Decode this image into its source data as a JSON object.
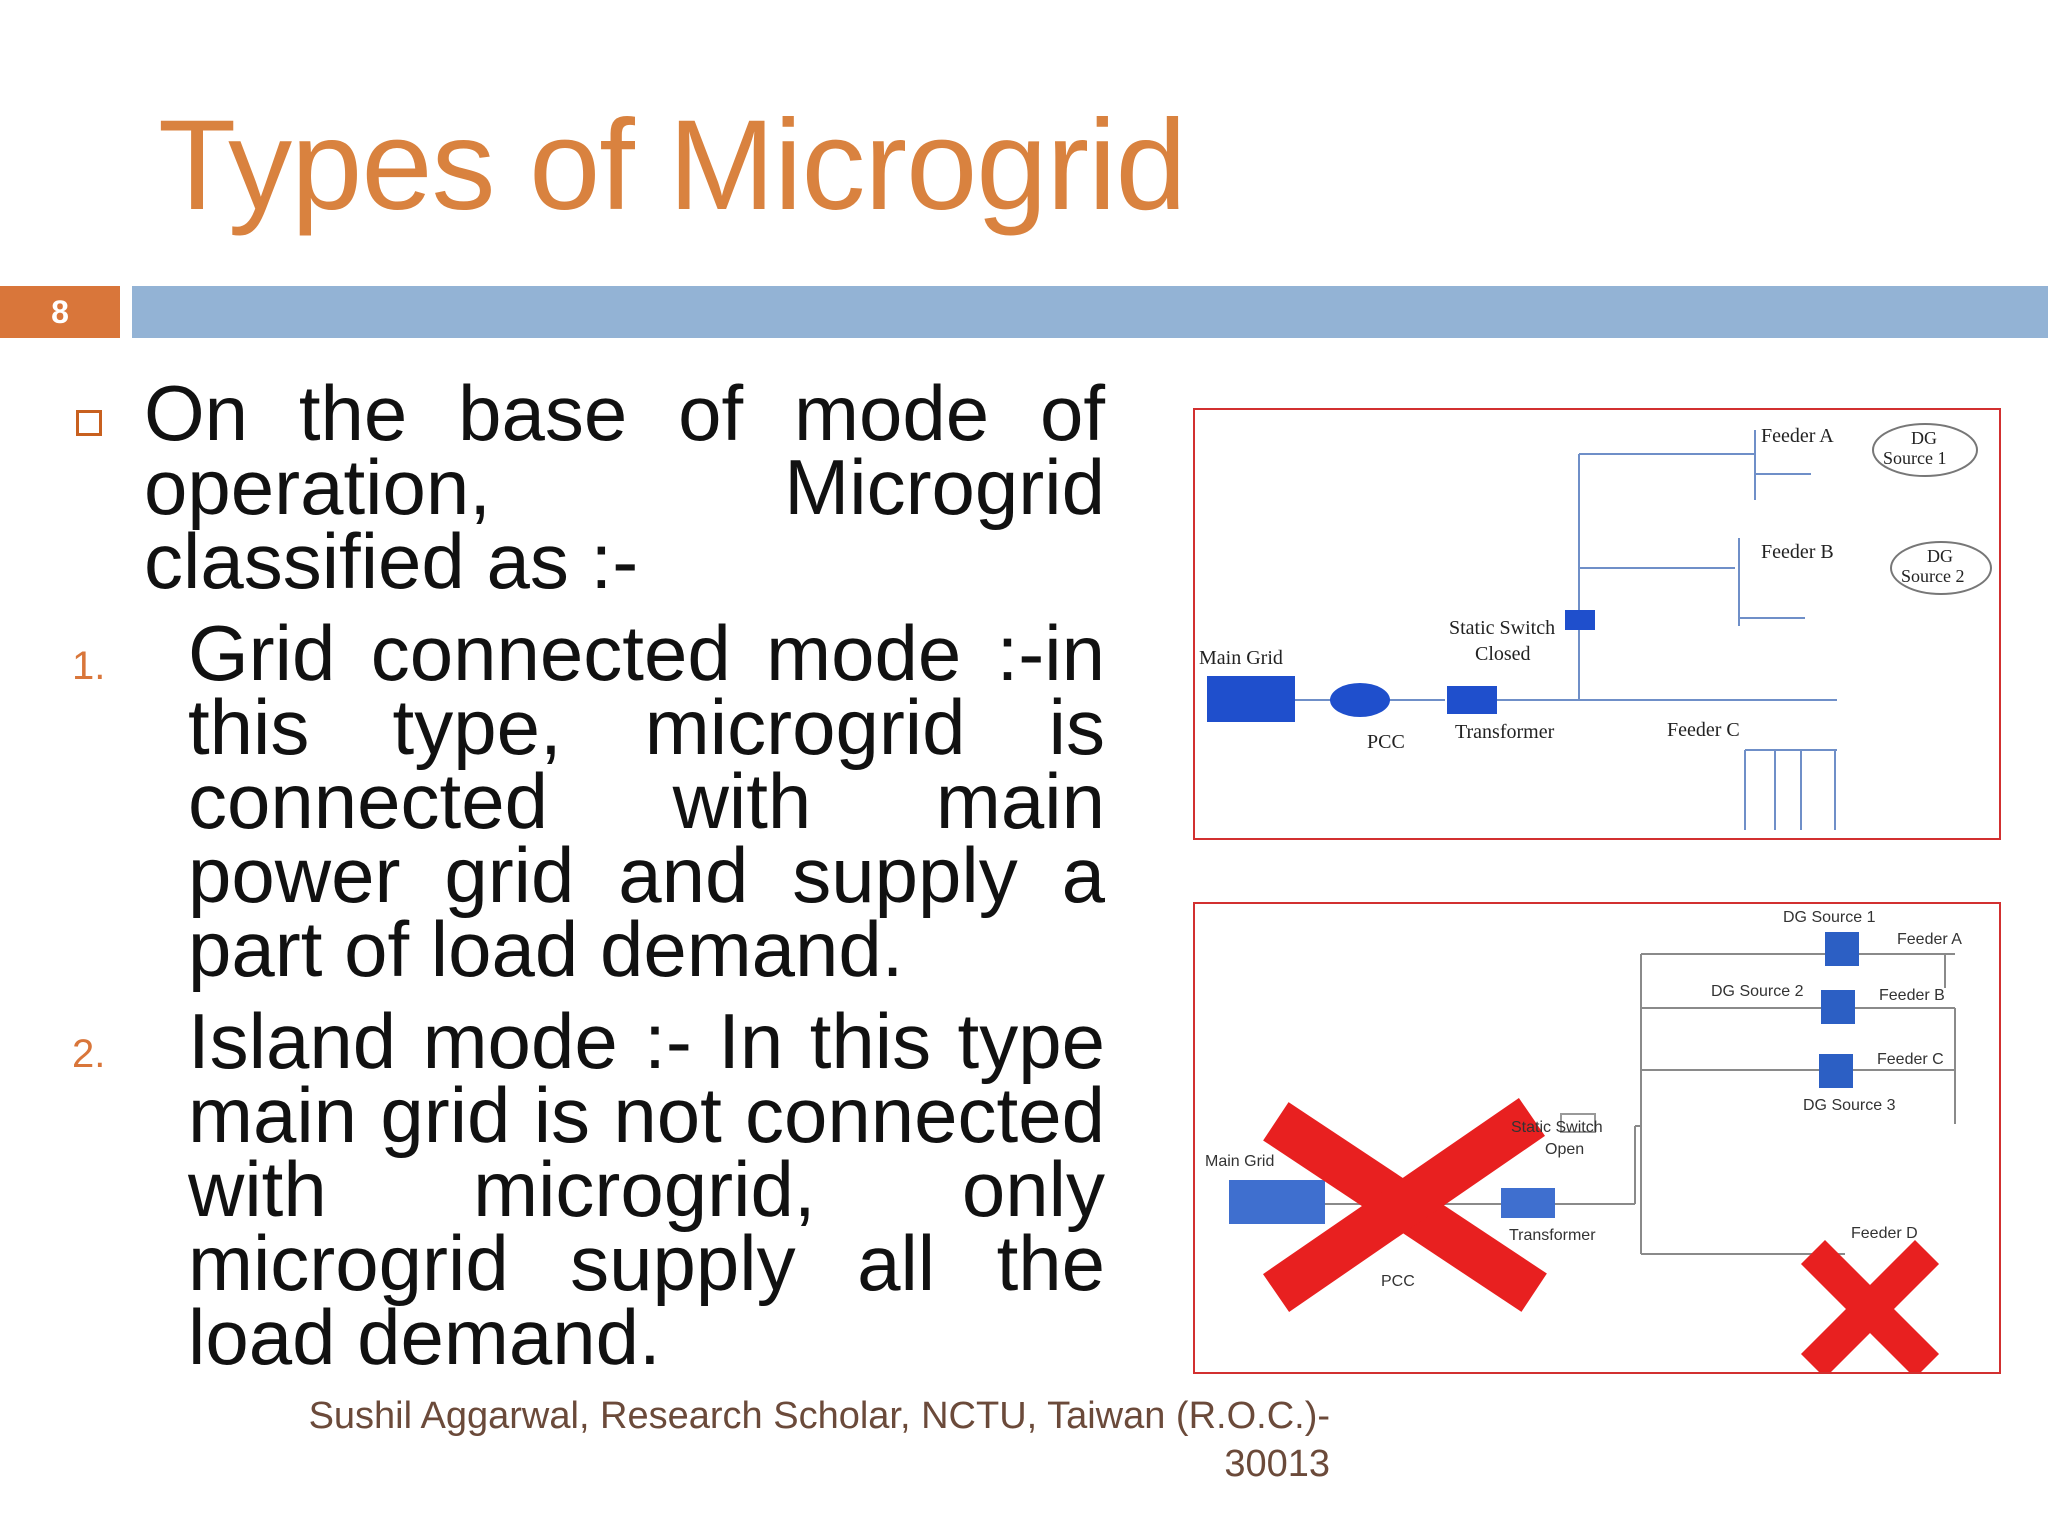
{
  "slide": {
    "title": "Types of Microgrid",
    "number": "8",
    "footer_line1": "Sushil Aggarwal, Research Scholar, NCTU, Taiwan (R.O.C.)-",
    "footer_line2": "30013"
  },
  "content": {
    "intro_lines": [
      "On the base of mode of",
      "operation, Microgrid",
      "classified as :-"
    ],
    "items": [
      {
        "number": "1.",
        "lines": [
          "Grid connected mode :-in",
          "this type, microgrid is",
          "connected with main",
          "power grid and supply a",
          "part of load demand."
        ]
      },
      {
        "number": "2.",
        "lines": [
          "Island mode :- In this type",
          "main grid is not connected",
          "with microgrid, only",
          "microgrid supply all the",
          "load demand."
        ]
      }
    ]
  },
  "diagram_grid_connected": {
    "main_grid": "Main Grid",
    "pcc": "PCC",
    "transformer": "Transformer",
    "static_switch": "Static Switch",
    "switch_state": "Closed",
    "feeder_a": "Feeder A",
    "feeder_b": "Feeder B",
    "feeder_c": "Feeder C",
    "dg1_line1": "DG",
    "dg1_line2": "Source 1",
    "dg2_line1": "DG",
    "dg2_line2": "Source 2",
    "accent": "#2255cc"
  },
  "diagram_island": {
    "main_grid": "Main Grid",
    "pcc": "PCC",
    "transformer": "Transformer",
    "static_switch": "Static Switch",
    "switch_state": "Open",
    "dg1": "DG Source 1",
    "dg2": "DG Source 2",
    "dg3": "DG Source 3",
    "feeder_a": "Feeder A",
    "feeder_b": "Feeder B",
    "feeder_c": "Feeder C",
    "feeder_d": "Feeder D",
    "cross_color": "#e82020"
  }
}
